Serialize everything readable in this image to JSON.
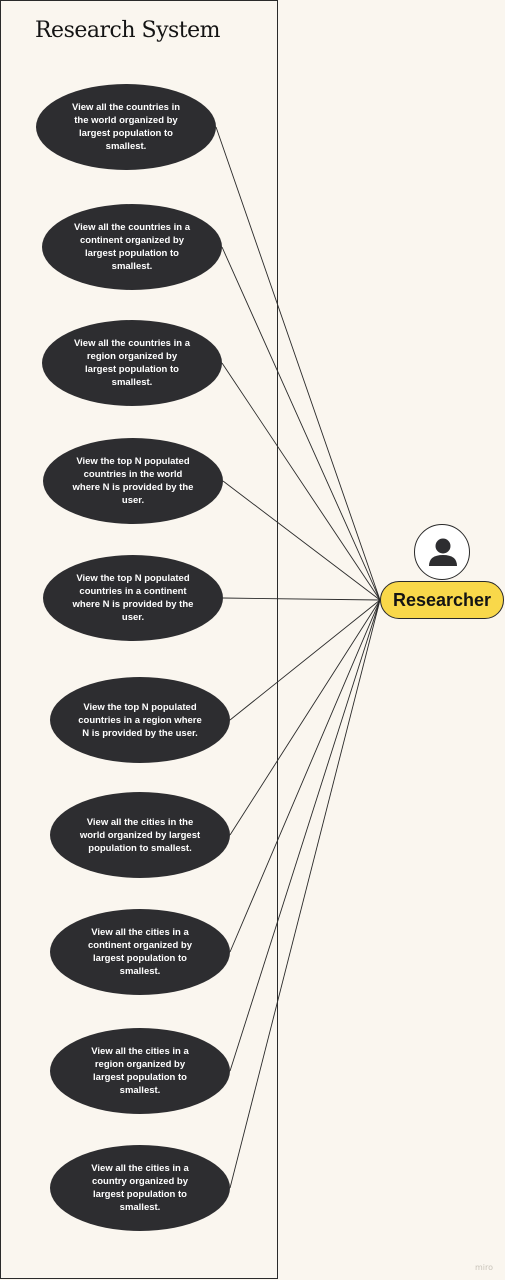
{
  "system": {
    "title": "Research System"
  },
  "actor": {
    "label": "Researcher",
    "icon": "person-icon",
    "color": "#f9d84a"
  },
  "use_cases": [
    {
      "label": "View all the countries in the world organized by largest population to smallest."
    },
    {
      "label": "View all the countries in a continent organized by largest population to smallest."
    },
    {
      "label": "View all the countries in a region organized by largest population to smallest."
    },
    {
      "label": "View the top N populated countries in the world where N is provided by the user."
    },
    {
      "label": "View the top N populated countries in a continent where N is provided by the user."
    },
    {
      "label": "View the top N populated countries in a region where N is provided by the user."
    },
    {
      "label": "View all the cities in the world organized by largest population to smallest."
    },
    {
      "label": "View all the cities in a continent organized by largest population to smallest."
    },
    {
      "label": "View all the cities in a region organized by largest population to smallest."
    },
    {
      "label": "View all the cities in a country organized by largest population to smallest."
    }
  ],
  "watermark": "miro"
}
